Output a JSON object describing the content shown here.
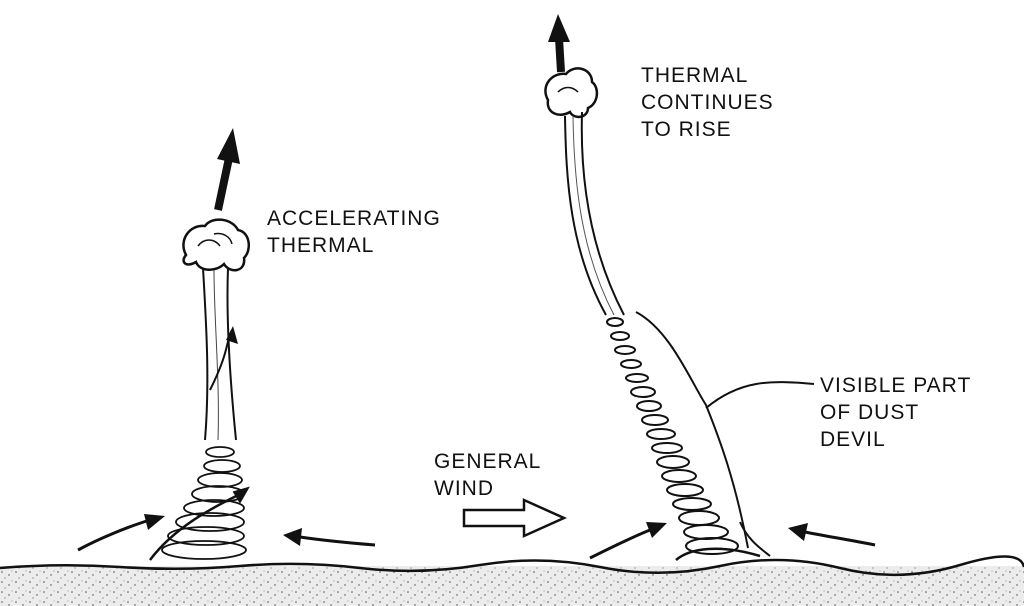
{
  "labels": {
    "accelerating": [
      "ACCELERATING",
      "THERMAL"
    ],
    "continues": [
      "THERMAL",
      "CONTINUES",
      "TO RISE"
    ],
    "dust_devil": [
      "VISIBLE PART",
      "OF DUST",
      "DEVIL"
    ],
    "general_wind": [
      "GENERAL",
      "WIND"
    ]
  },
  "colors": {
    "ink": "#111111",
    "ground": "#e6e6e6",
    "background": "#ffffff"
  }
}
